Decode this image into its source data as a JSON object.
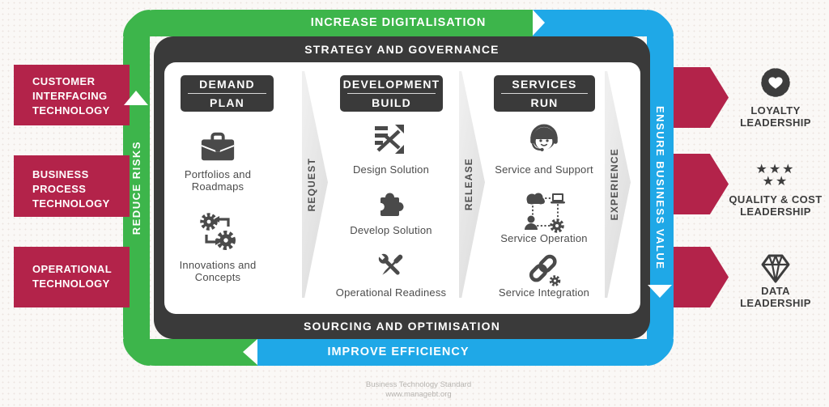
{
  "colors": {
    "green": "#3db54b",
    "blue": "#1fa8e7",
    "crimson": "#b3234a",
    "dark": "#3a3a3a",
    "icon": "#4a4a4a"
  },
  "flow": {
    "top": "INCREASE DIGITALISATION",
    "bottom": "IMPROVE EFFICIENCY",
    "left": "REDUCE RISKS",
    "right": "ENSURE BUSINESS VALUE"
  },
  "governance": {
    "top": "STRATEGY AND GOVERNANCE",
    "bottom": "SOURCING AND OPTIMISATION"
  },
  "dividers": [
    "REQUEST",
    "RELEASE",
    "EXPERIENCE"
  ],
  "columns": [
    {
      "title": "DEMAND",
      "subtitle": "PLAN",
      "items": [
        {
          "icon": "briefcase-icon",
          "lines": [
            "Portfolios and",
            "Roadmaps"
          ]
        },
        {
          "icon": "gears-cycle-icon",
          "lines": [
            "Innovations and",
            "Concepts"
          ]
        }
      ]
    },
    {
      "title": "DEVELOPMENT",
      "subtitle": "BUILD",
      "items": [
        {
          "icon": "design-arrows-icon",
          "lines": [
            "Design Solution"
          ]
        },
        {
          "icon": "puzzle-icon",
          "lines": [
            "Develop Solution"
          ]
        },
        {
          "icon": "crossed-tools-icon",
          "lines": [
            "Operational Readiness"
          ]
        }
      ]
    },
    {
      "title": "SERVICES",
      "subtitle": "RUN",
      "items": [
        {
          "icon": "headset-agent-icon",
          "lines": [
            "Service and Support"
          ]
        },
        {
          "icon": "connected-devices-icon",
          "lines": [
            "Service Operation"
          ]
        },
        {
          "icon": "chain-link-icon",
          "lines": [
            "Service Integration"
          ]
        }
      ]
    }
  ],
  "left_blocks": [
    {
      "lines": [
        "CUSTOMER",
        "INTERFACING",
        "TECHNOLOGY"
      ]
    },
    {
      "lines": [
        "BUSINESS",
        "PROCESS",
        "TECHNOLOGY"
      ]
    },
    {
      "lines": [
        "OPERATIONAL",
        "TECHNOLOGY"
      ]
    }
  ],
  "right_outcomes": [
    {
      "icon": "badge-heart-icon",
      "lines": [
        "LOYALTY",
        "LEADERSHIP"
      ]
    },
    {
      "icon": "five-stars-icon",
      "stars_row1": "★★★",
      "stars_row2": "★★",
      "lines": [
        "QUALITY & COST",
        "LEADERSHIP"
      ]
    },
    {
      "icon": "diamond-icon",
      "lines": [
        "DATA",
        "LEADERSHIP"
      ]
    }
  ],
  "footer": {
    "line1": "Business Technology Standard",
    "line2": "www.managebt.org"
  }
}
